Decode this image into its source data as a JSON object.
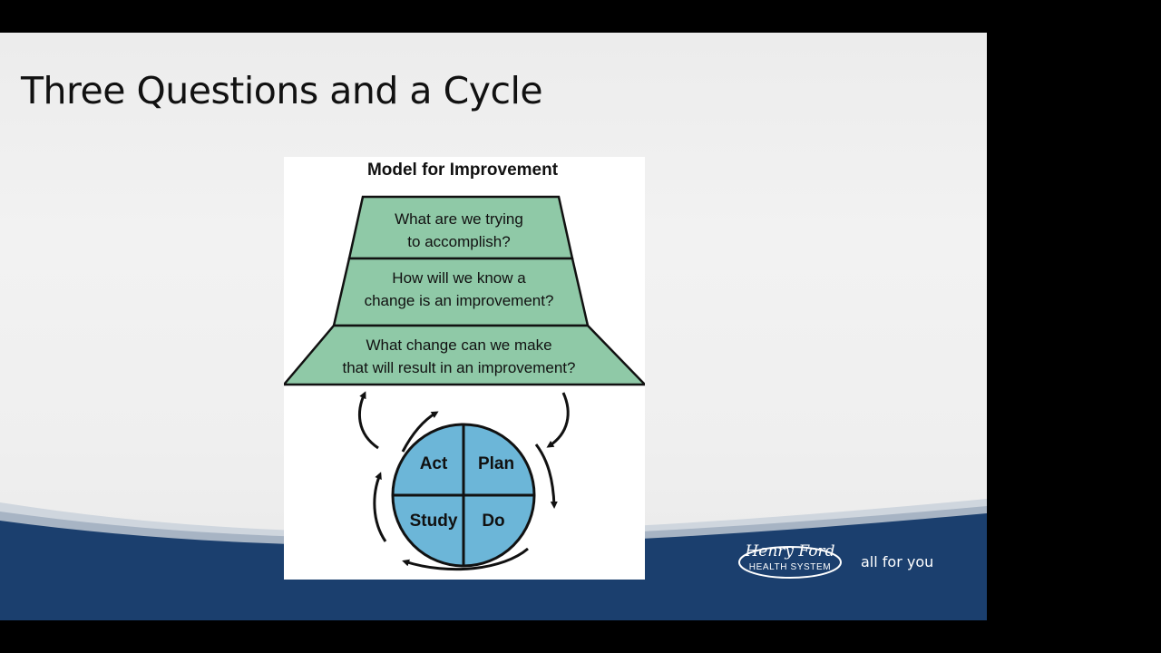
{
  "slide": {
    "title": "Three Questions and a Cycle"
  },
  "diagram": {
    "heading": "Model for Improvement",
    "questions": [
      {
        "line1": "What are we trying",
        "line2": "to accomplish?"
      },
      {
        "line1": "How will we know a",
        "line2": "change is an improvement?"
      },
      {
        "line1": "What change can we make",
        "line2": "that will result in an improvement?"
      }
    ],
    "cycle": {
      "act": "Act",
      "plan": "Plan",
      "study": "Study",
      "do": "Do"
    },
    "colors": {
      "question_fill": "#8fc9a7",
      "cycle_fill": "#6cb6d8",
      "outline": "#111111"
    }
  },
  "footer": {
    "logo_line1": "Henry Ford",
    "logo_line2": "HEALTH SYSTEM",
    "tagline": "all for you",
    "brand_color": "#1b3f6e"
  }
}
